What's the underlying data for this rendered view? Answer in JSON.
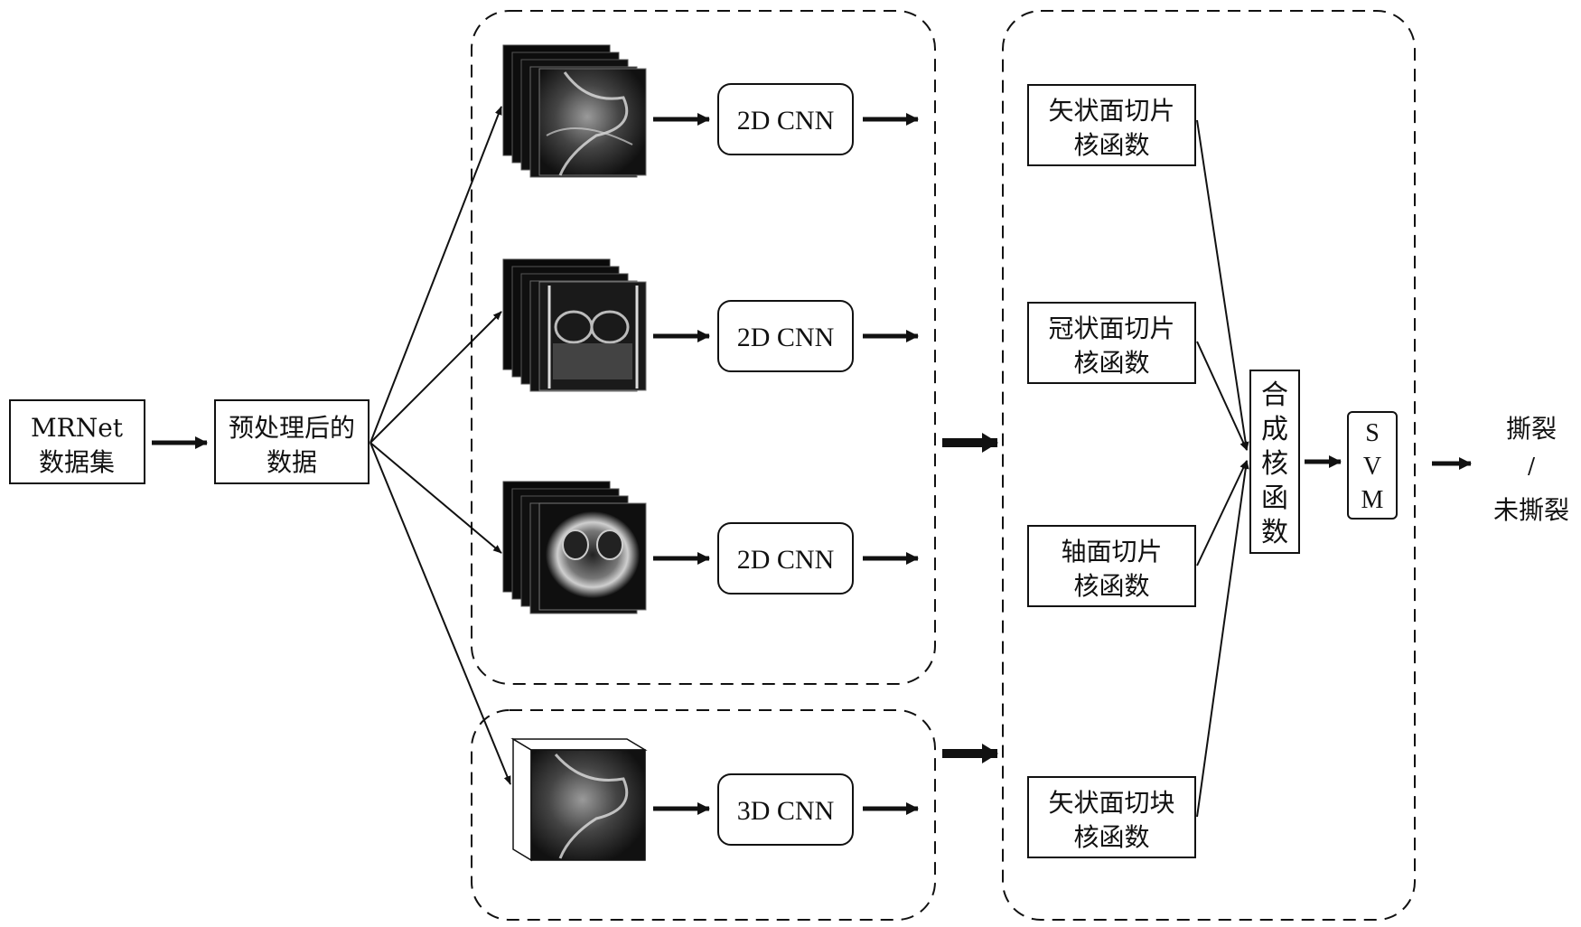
{
  "nodes": {
    "dataset": {
      "line1": "MRNet",
      "line2": "数据集"
    },
    "preprocess": {
      "line1": "预处理后的",
      "line2": "数据"
    },
    "cnn_sagittal": "2D CNN",
    "cnn_coronal": "2D CNN",
    "cnn_axial": "2D CNN",
    "cnn_3d": "3D CNN",
    "kernel_sagittal": {
      "line1": "矢状面切片",
      "line2": "核函数"
    },
    "kernel_coronal": {
      "line1": "冠状面切片",
      "line2": "核函数"
    },
    "kernel_axial": {
      "line1": "轴面切片",
      "line2": "核函数"
    },
    "kernel_block": {
      "line1": "矢状面切块",
      "line2": "核函数"
    },
    "combined_kernel": [
      "合",
      "成",
      "核",
      "函",
      "数"
    ],
    "svm": [
      "S",
      "V",
      "M"
    ],
    "output": {
      "line1": "撕裂",
      "line2": "/",
      "line3": "未撕裂"
    }
  },
  "colors": {
    "stroke": "#111111",
    "background": "#ffffff"
  }
}
